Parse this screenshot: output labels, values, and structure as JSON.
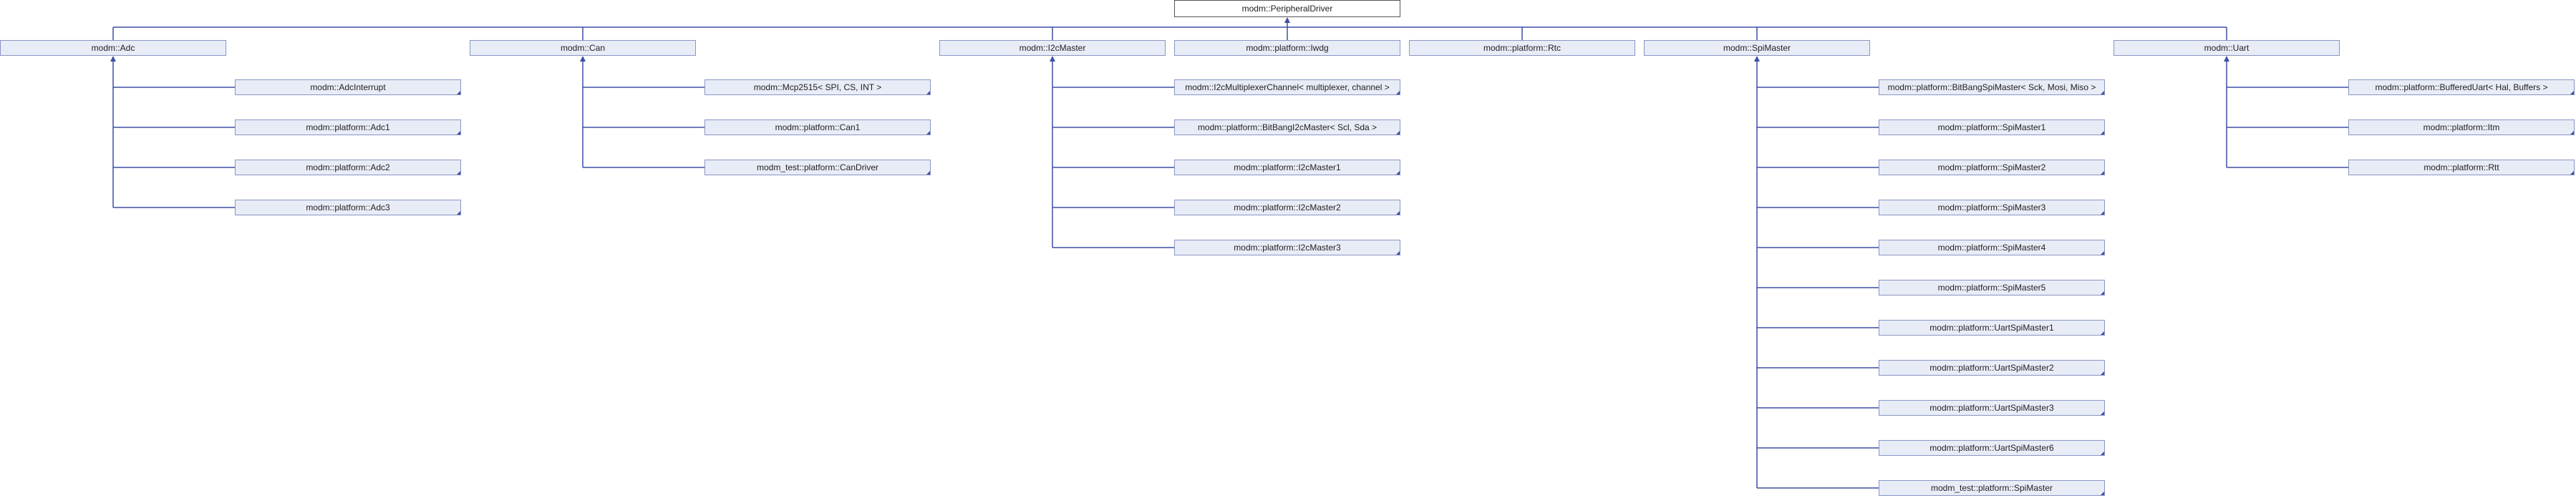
{
  "root": "modm::PeripheralDriver",
  "groups": [
    {
      "label": "modm::Adc",
      "children": [
        "modm::AdcInterrupt",
        "modm::platform::Adc1",
        "modm::platform::Adc2",
        "modm::platform::Adc3"
      ]
    },
    {
      "label": "modm::Can",
      "children": [
        "modm::Mcp2515< SPI, CS, INT >",
        "modm::platform::Can1",
        "modm_test::platform::CanDriver"
      ]
    },
    {
      "label": "modm::I2cMaster",
      "children": [
        "modm::I2cMultiplexerChannel< multiplexer, channel >",
        "modm::platform::BitBangI2cMaster< Scl, Sda >",
        "modm::platform::I2cMaster1",
        "modm::platform::I2cMaster2",
        "modm::platform::I2cMaster3"
      ]
    },
    {
      "label": "modm::platform::Iwdg",
      "children": []
    },
    {
      "label": "modm::platform::Rtc",
      "children": []
    },
    {
      "label": "modm::SpiMaster",
      "children": [
        "modm::platform::BitBangSpiMaster< Sck, Mosi, Miso >",
        "modm::platform::SpiMaster1",
        "modm::platform::SpiMaster2",
        "modm::platform::SpiMaster3",
        "modm::platform::SpiMaster4",
        "modm::platform::SpiMaster5",
        "modm::platform::UartSpiMaster1",
        "modm::platform::UartSpiMaster2",
        "modm::platform::UartSpiMaster3",
        "modm::platform::UartSpiMaster6",
        "modm_test::platform::SpiMaster"
      ]
    },
    {
      "label": "modm::Uart",
      "children": [
        "modm::platform::BufferedUart< Hal, Buffers >",
        "modm::platform::Itm",
        "modm::platform::Rtt"
      ]
    }
  ],
  "colors": {
    "edge": "#3f4fa3",
    "node_fill": "#e8ecf6",
    "node_border": "#8a95c4",
    "root_border": "#555555"
  }
}
